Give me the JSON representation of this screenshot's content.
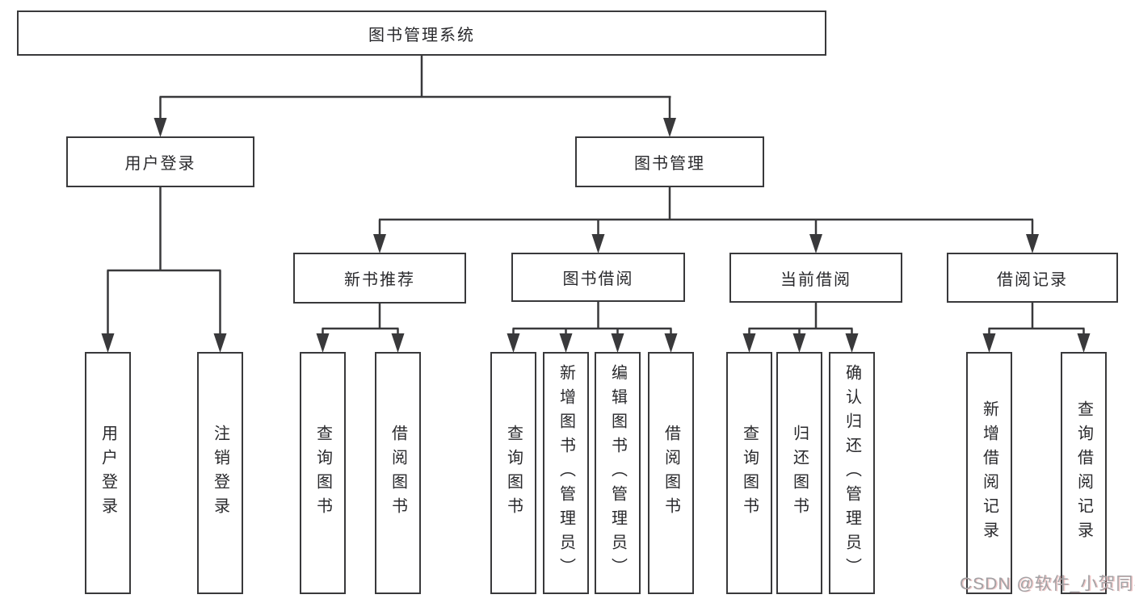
{
  "diagram": {
    "root": {
      "label": "图书管理系统"
    },
    "branches": [
      {
        "label": "用户登录",
        "children": [
          {
            "label": "用户登录"
          },
          {
            "label": "注销登录"
          }
        ]
      },
      {
        "label": "图书管理",
        "children": [
          {
            "label": "新书推荐",
            "children": [
              {
                "label": "查询图书"
              },
              {
                "label": "借阅图书"
              }
            ]
          },
          {
            "label": "图书借阅",
            "children": [
              {
                "label": "查询图书"
              },
              {
                "label": "新增图书（管理员）"
              },
              {
                "label": "编辑图书（管理员）"
              },
              {
                "label": "借阅图书"
              }
            ]
          },
          {
            "label": "当前借阅",
            "children": [
              {
                "label": "查询图书"
              },
              {
                "label": "归还图书"
              },
              {
                "label": "确认归还（管理员）"
              }
            ]
          },
          {
            "label": "借阅记录",
            "children": [
              {
                "label": "新增借阅记录"
              },
              {
                "label": "查询借阅记录"
              }
            ]
          }
        ]
      }
    ]
  },
  "watermark": {
    "text": "CSDN @软件_小贺同学"
  },
  "colors": {
    "line": "#39393b",
    "box_border": "#39393b",
    "box_background": "#ffffff",
    "text": "#29292c",
    "page_background": "#ffffff",
    "watermark": "#a2a1a4"
  }
}
